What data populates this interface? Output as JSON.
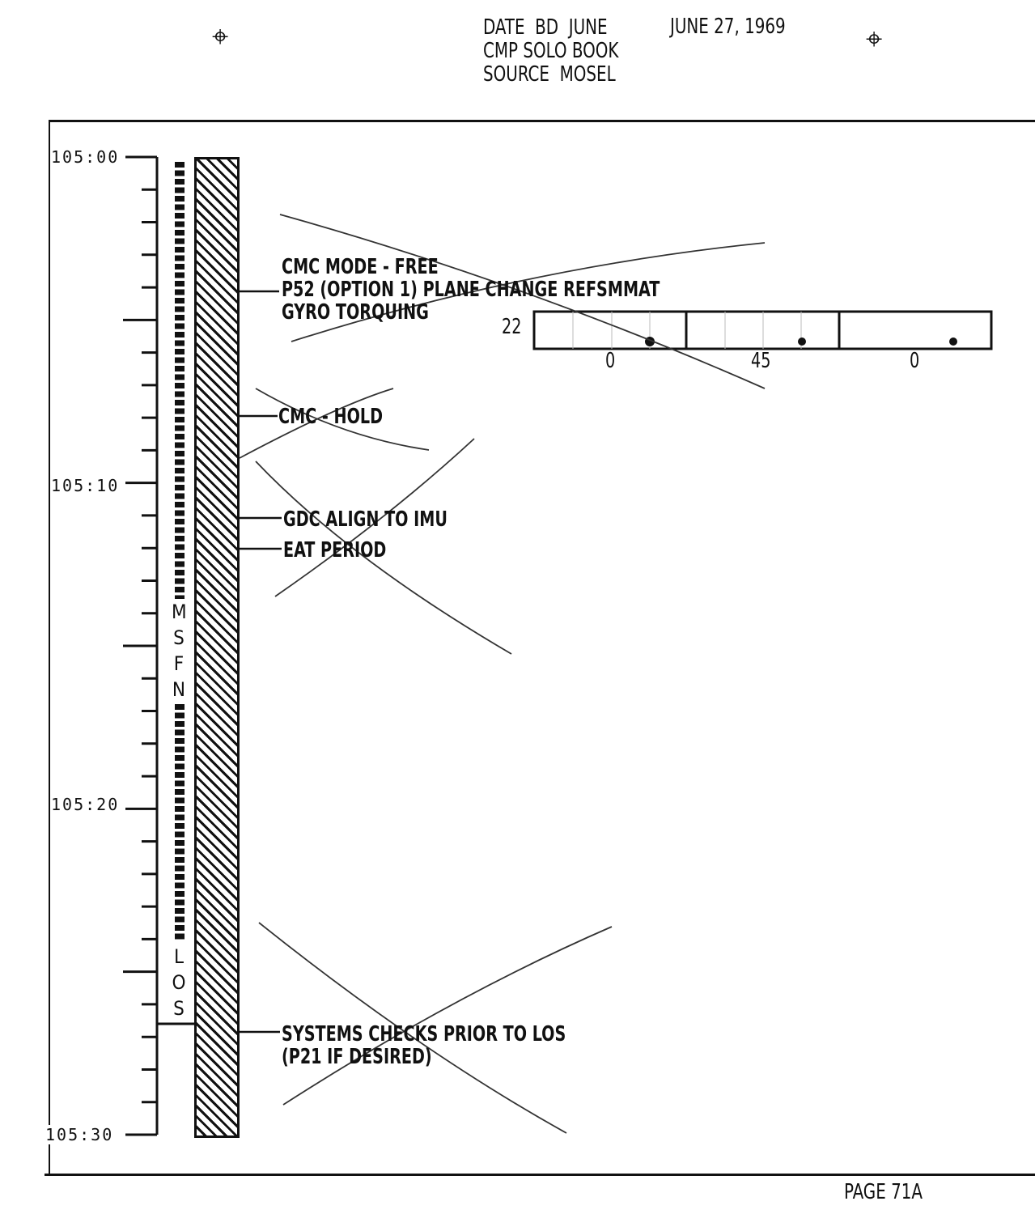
{
  "header": {
    "date_label": "DATE  BD  JUNE",
    "date": "JUNE 27, 1969",
    "book": "CMP SOLO BOOK",
    "source": "SOURCE  MOSEL"
  },
  "timeline": {
    "start": "105:00",
    "mid1": "105:10",
    "mid2": "105:20",
    "end": "105:30",
    "msfn": [
      "M",
      "S",
      "F",
      "N"
    ],
    "los": [
      "L",
      "O",
      "S"
    ]
  },
  "events": [
    {
      "lines": [
        "CMC MODE - FREE",
        "P52 (OPTION 1) PLANE CHANGE REFSMMAT",
        "GYRO TORQUING"
      ],
      "time_min": 4
    },
    {
      "lines": [
        "CMC - HOLD"
      ],
      "time_min": 8
    },
    {
      "lines": [
        "GDC ALIGN TO IMU"
      ],
      "time_min": 11
    },
    {
      "lines": [
        "EAT PERIOD"
      ],
      "time_min": 12
    },
    {
      "lines": [
        "SYSTEMS CHECKS PRIOR TO LOS",
        "(P21 IF DESIRED)"
      ],
      "time_min": 27
    }
  ],
  "attitude_box": {
    "label": "22",
    "values": [
      "0",
      "45",
      "0"
    ]
  },
  "footer": {
    "page": "PAGE 71A"
  }
}
